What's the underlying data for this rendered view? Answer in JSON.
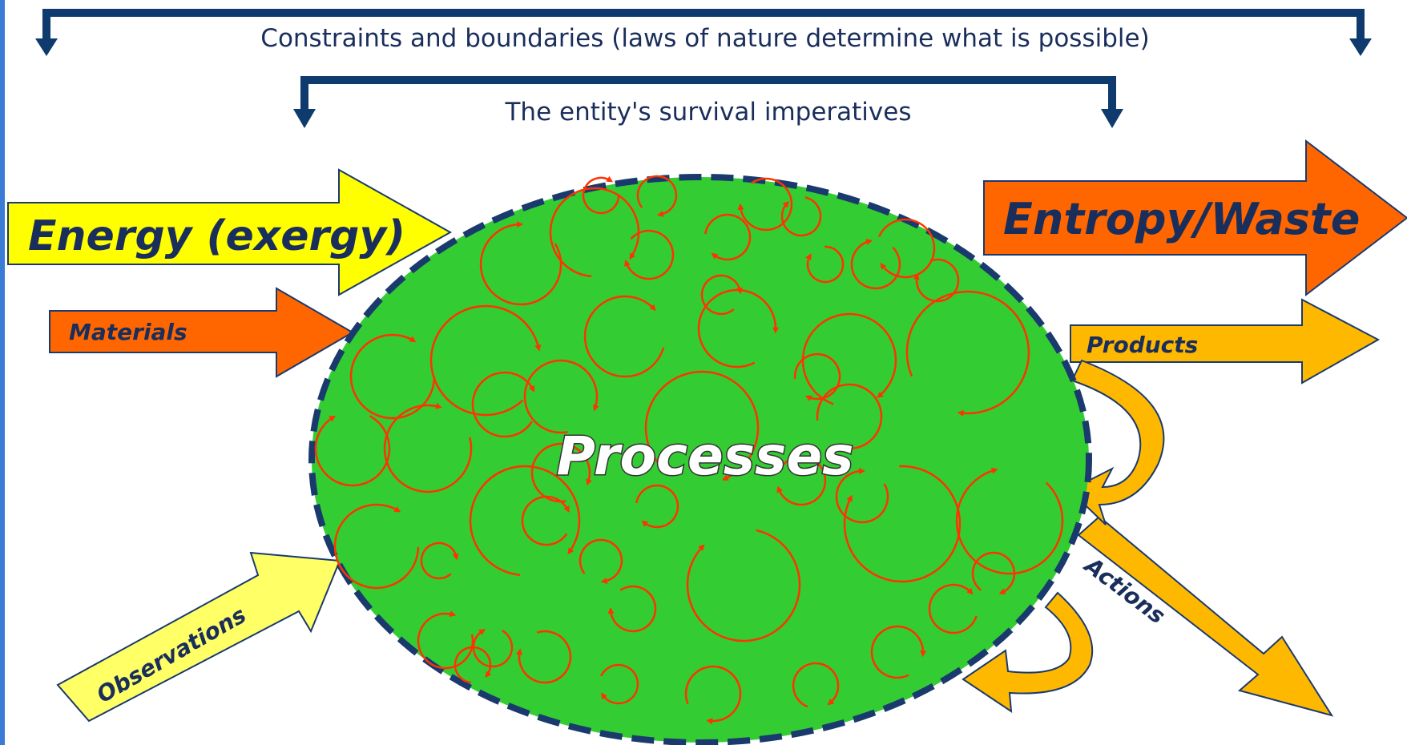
{
  "brackets": {
    "outer_label": "Constraints and boundaries (laws of nature determine what is possible)",
    "inner_label": "The entity's survival imperatives",
    "color": "#0e3a6e"
  },
  "inputs": {
    "energy": "Energy (exergy)",
    "materials": "Materials",
    "observations": "Observations"
  },
  "outputs": {
    "entropy": "Entropy/Waste",
    "products": "Products",
    "actions": "Actions"
  },
  "core": {
    "label": "Processes",
    "fill_color": "#33cc33",
    "border_color": "#1a3a6e",
    "loop_color": "#ff3300"
  },
  "colors": {
    "yellow": "#ffff00",
    "light_yellow": "#ffff66",
    "orange": "#ff6600",
    "amber": "#ffb800"
  }
}
